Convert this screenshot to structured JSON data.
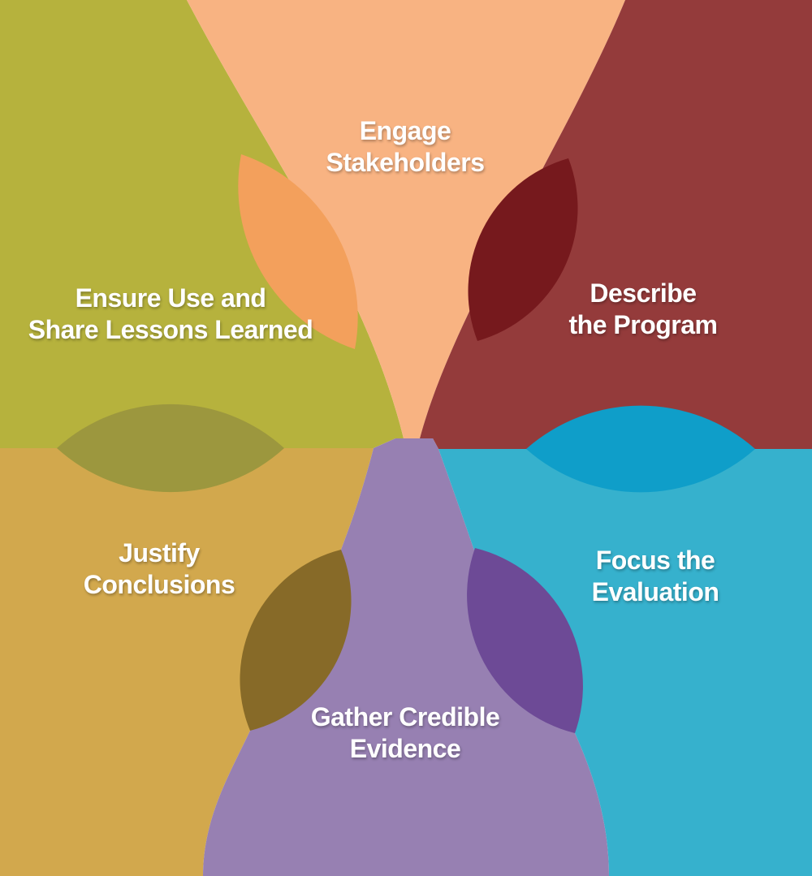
{
  "diagram": {
    "type": "program-evaluation-framework-petal-diagram",
    "segment_count": 6
  },
  "colors": {
    "engage_bg": "#f8b382",
    "ensure_bg": "#b6b23d",
    "describe_bg": "#943b3b",
    "justify_bg": "#d2a84d",
    "gather_bg": "#9780b2",
    "focus_bg": "#36b1cd",
    "overlap_engage_ensure": "#f3a05c",
    "overlap_engage_describe": "#76191d",
    "overlap_describe_focus": "#0f9ec9",
    "overlap_ensure_justify": "#9c973e",
    "overlap_justify_gather": "#876a28",
    "overlap_gather_focus": "#6d4a96",
    "label_text": "#ffffff"
  },
  "segments": [
    {
      "id": "engage",
      "line1": "Engage",
      "line2": "Stakeholders"
    },
    {
      "id": "describe",
      "line1": "Describe",
      "line2": "the Program"
    },
    {
      "id": "focus",
      "line1": "Focus the",
      "line2": "Evaluation"
    },
    {
      "id": "gather",
      "line1": "Gather Credible",
      "line2": "Evidence"
    },
    {
      "id": "justify",
      "line1": "Justify",
      "line2": "Conclusions"
    },
    {
      "id": "ensure",
      "line1": "Ensure Use and",
      "line2": "Share Lessons Learned"
    }
  ]
}
